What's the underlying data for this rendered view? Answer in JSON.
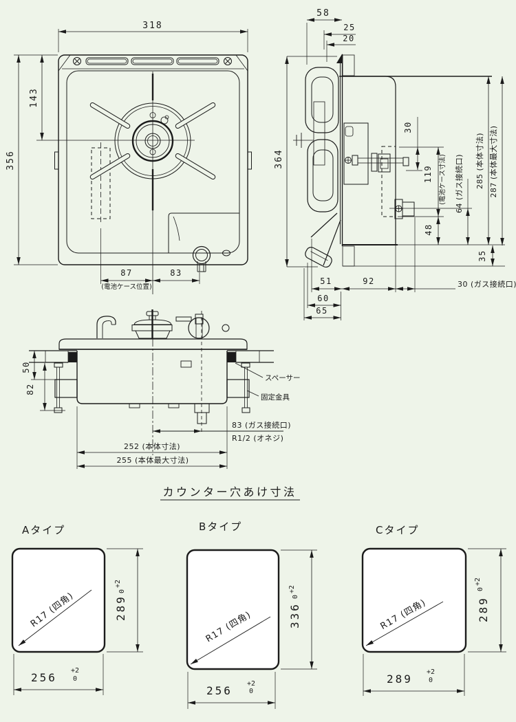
{
  "colors": {
    "background": "#eef4e9",
    "line": "#1b1b1b"
  },
  "plan_view": {
    "width_dim": "318",
    "burner_center_dim": "143",
    "depth_dim": "356",
    "battery_offset_dim": "87",
    "battery_position_note": "(電池ケース位置)",
    "gas_offset_dim": "83"
  },
  "side_view": {
    "overhang_dim": "58",
    "lip_dim_a": "25",
    "lip_dim_b": "20",
    "height_dim": "364",
    "clamp_dim": "30",
    "battery_dim": "119",
    "battery_note": "(電池ケース寸法)",
    "gas_height_dim": "64 (ガス接続口)",
    "body_height_dim": "285 (本体寸法)",
    "body_max_height_dim": "287 (本体最大寸法)",
    "dim_48": "48",
    "dim_35": "35",
    "dim_51": "51",
    "dim_92": "92",
    "gas_width_dim": "30 (ガス接続口)",
    "dim_60": "60",
    "dim_65": "65"
  },
  "front_view": {
    "counter_dim": "50",
    "bolt_dim": "82",
    "spacer_label": "スペーサー",
    "bracket_label": "固定金具",
    "gas_offset_dim": "83 (ガス接続口)",
    "gas_thread_note": "R1/2 (オネジ)",
    "body_width_dim": "252 (本体寸法)",
    "body_max_width_dim": "255 (本体最大寸法)"
  },
  "cutout_section": {
    "title": "カウンター穴あけ寸法",
    "types": [
      {
        "label": "Aタイプ",
        "corner_note": "R17 (四角)",
        "width": "256",
        "height": "289",
        "tol_plus": "+2",
        "tol_zero": "0"
      },
      {
        "label": "Bタイプ",
        "corner_note": "R17 (四角)",
        "width": "256",
        "height": "336",
        "tol_plus": "+2",
        "tol_zero": "0"
      },
      {
        "label": "Cタイプ",
        "corner_note": "R17 (四角)",
        "width": "289",
        "height": "289",
        "tol_plus": "+2",
        "tol_zero": "0"
      }
    ]
  }
}
